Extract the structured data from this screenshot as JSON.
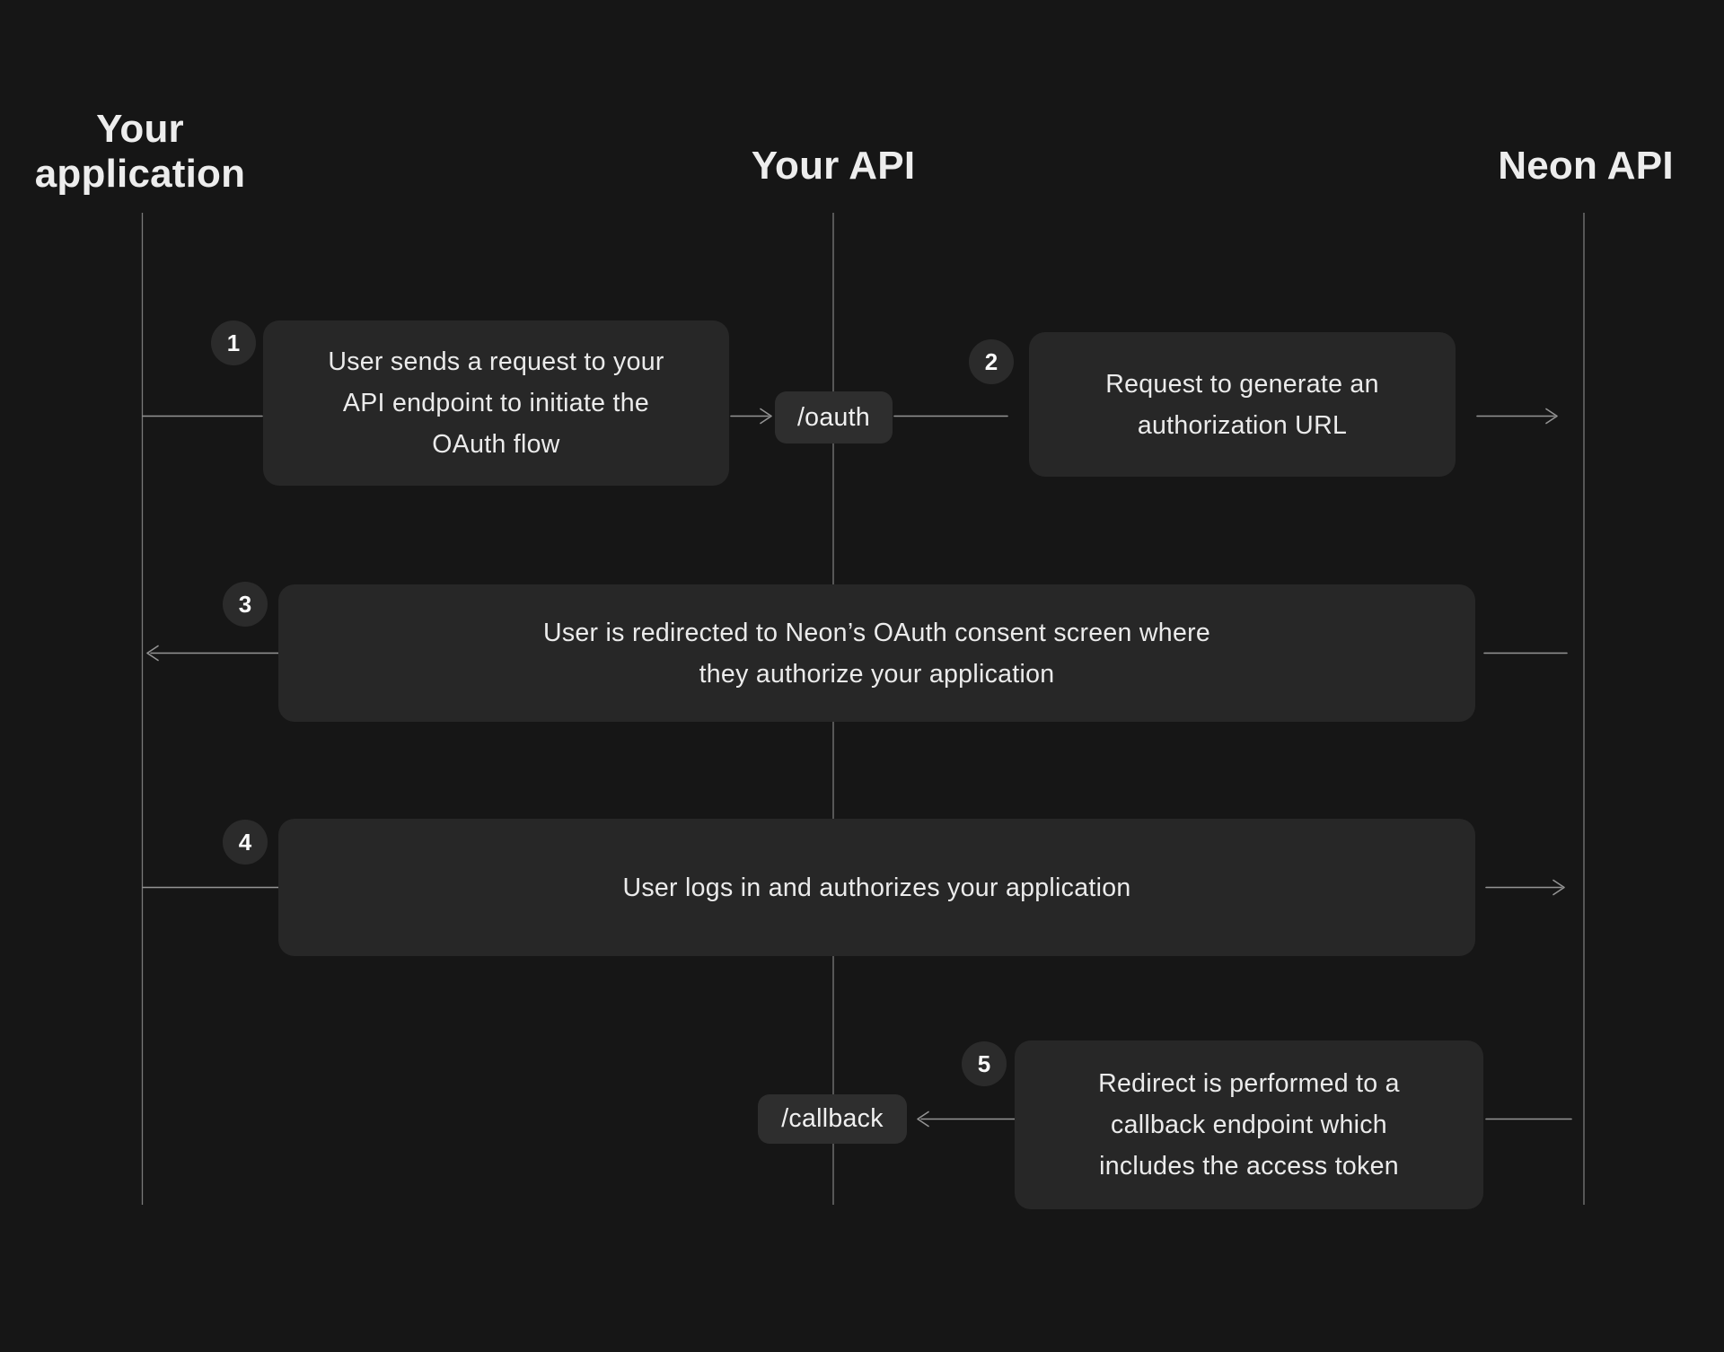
{
  "diagram": {
    "title": "OAuth flow sequence diagram",
    "background": "#161616",
    "colors": {
      "box_fill": "#272727",
      "chip_fill": "#2e2e2e",
      "badge_fill": "#2b2b2b",
      "text": "#ebebeb",
      "connector": "#949494",
      "lifeline": "#7a7a7a"
    }
  },
  "lanes": [
    {
      "id": "your-application",
      "label": "Your application",
      "display_lines": [
        "Your",
        "application"
      ]
    },
    {
      "id": "your-api",
      "label": "Your API",
      "display_lines": [
        "Your API"
      ]
    },
    {
      "id": "neon-api",
      "label": "Neon API",
      "display_lines": [
        "Neon API"
      ]
    }
  ],
  "steps": [
    {
      "number": "1",
      "lines": [
        "User sends a request to your",
        "API endpoint to initiate the",
        "OAuth flow"
      ],
      "from": "Your application",
      "to": "Your API"
    },
    {
      "number": "2",
      "lines": [
        "Request to generate an",
        "authorization URL"
      ],
      "from": "Your API",
      "to": "Neon API"
    },
    {
      "number": "3",
      "lines": [
        "User is redirected to Neon’s OAuth consent screen where",
        "they authorize your application"
      ],
      "from": "Your API",
      "to": "Your application"
    },
    {
      "number": "4",
      "lines": [
        "User logs in and authorizes your application"
      ],
      "from": "Your application",
      "to": "Neon API"
    },
    {
      "number": "5",
      "lines": [
        "Redirect is performed to a",
        "callback endpoint which",
        "includes the access token"
      ],
      "from": "Neon API",
      "to": "Your API"
    }
  ],
  "endpoints": {
    "oauth": "/oauth",
    "callback": "/callback"
  }
}
